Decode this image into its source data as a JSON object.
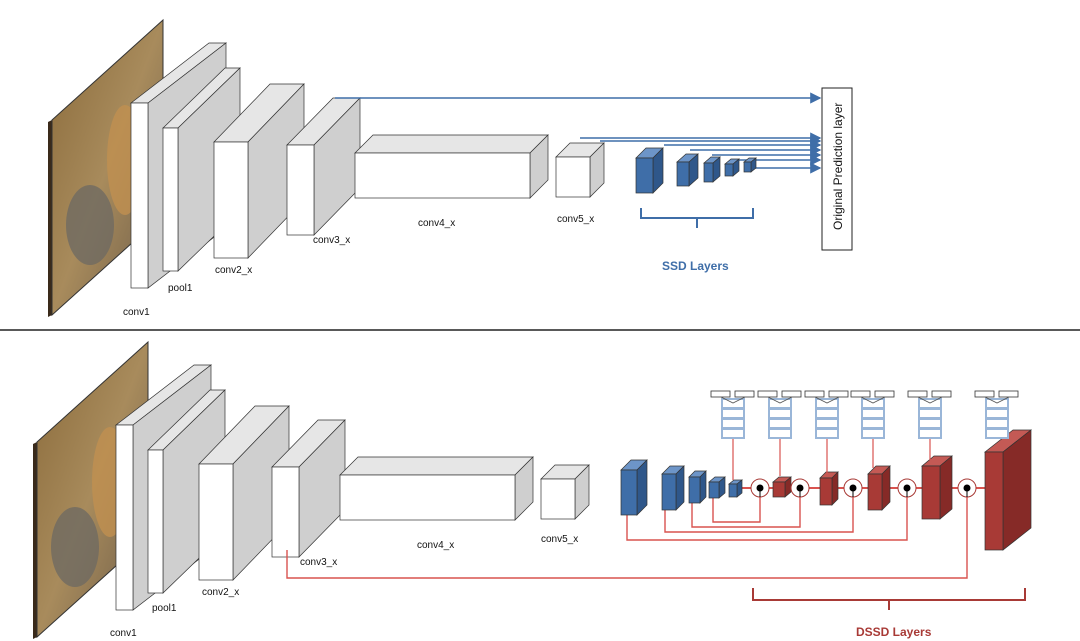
{
  "colors": {
    "ssd_blue": "#3f6ea8",
    "dssd_red": "#a83a36",
    "connector_red": "#d9534f",
    "pred_blue": "#9ab6d8"
  },
  "top": {
    "labels": {
      "conv1": "conv1",
      "pool1": "pool1",
      "conv2": "conv2_x",
      "conv3": "conv3_x",
      "conv4": "conv4_x",
      "conv5": "conv5_x"
    },
    "ssd_label": "SSD Layers",
    "prediction_layer": "Original Prediction layer"
  },
  "bottom": {
    "labels": {
      "conv1": "conv1",
      "pool1": "pool1",
      "conv2": "conv2_x",
      "conv3": "conv3_x",
      "conv4": "conv4_x",
      "conv5": "conv5_x"
    },
    "dssd_label": "DSSD Layers"
  }
}
